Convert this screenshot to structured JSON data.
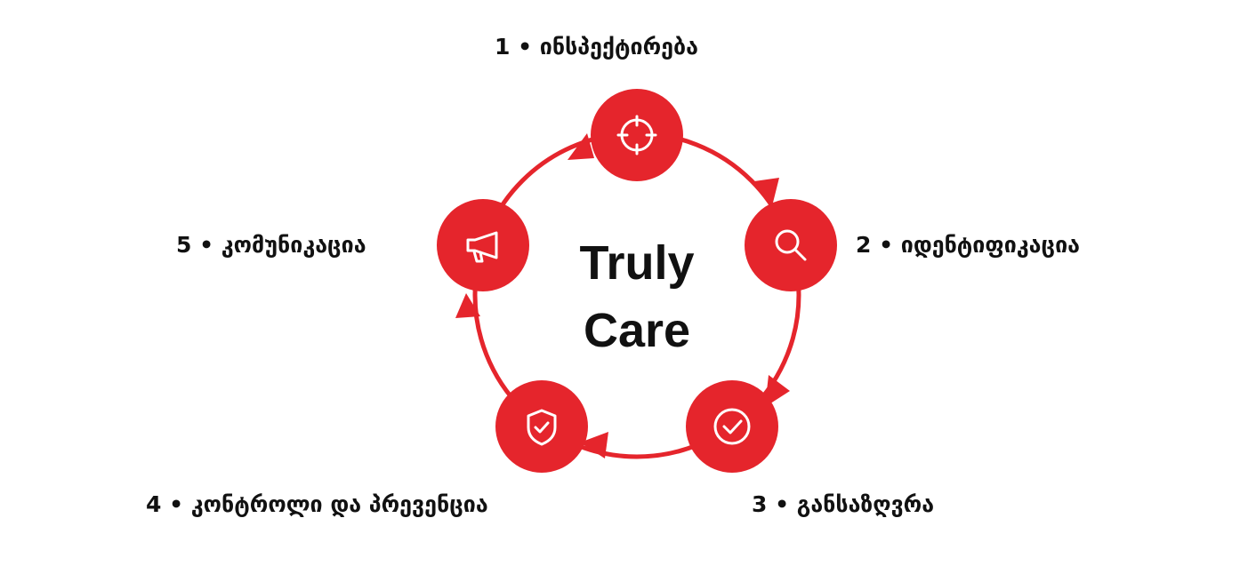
{
  "center": {
    "line1": "Truly",
    "line2": "Care"
  },
  "steps": [
    {
      "number": "1",
      "label": "1 • ინსპექტირება",
      "icon": "crosshair-icon"
    },
    {
      "number": "2",
      "label": "2 • იდენტიფიკაცია",
      "icon": "magnifier-icon"
    },
    {
      "number": "3",
      "label": "3 • განსაზღვრა",
      "icon": "check-circle-icon"
    },
    {
      "number": "4",
      "label": "4 • კონტროლი და პრევენცია",
      "icon": "shield-check-icon"
    },
    {
      "number": "5",
      "label": "5 • კომუნიკაცია",
      "icon": "megaphone-icon"
    }
  ],
  "colors": {
    "accent": "#E5252C",
    "icon": "#FFFFFF",
    "text": "#111111",
    "background": "#FFFFFF"
  }
}
